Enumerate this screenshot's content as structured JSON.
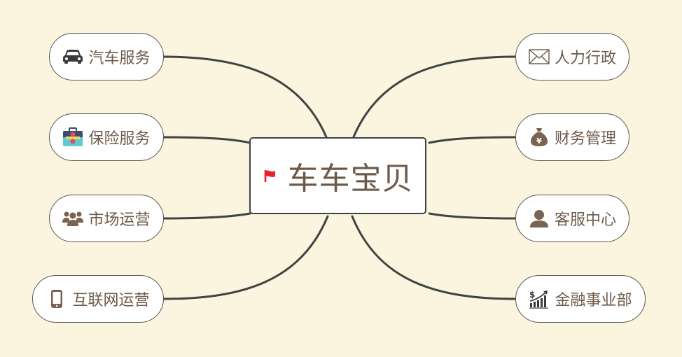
{
  "central": {
    "title": "车车宝贝",
    "icon": "flag-icon",
    "flag_color": "#e8222a"
  },
  "colors": {
    "background": "#fbf4de",
    "line": "#3f4443",
    "text": "#6d5a4a",
    "icon": "#7a6352"
  },
  "left_nodes": [
    {
      "label": "汽车服务",
      "icon": "car-icon"
    },
    {
      "label": "保险服务",
      "icon": "briefcase-icon"
    },
    {
      "label": "市场运营",
      "icon": "users-icon"
    },
    {
      "label": "互联网运营",
      "icon": "mobile-phone-icon"
    }
  ],
  "right_nodes": [
    {
      "label": "人力行政",
      "icon": "envelope-icon"
    },
    {
      "label": "财务管理",
      "icon": "money-bag-icon"
    },
    {
      "label": "客服中心",
      "icon": "user-icon"
    },
    {
      "label": "金融事业部",
      "icon": "growth-chart-icon"
    }
  ]
}
